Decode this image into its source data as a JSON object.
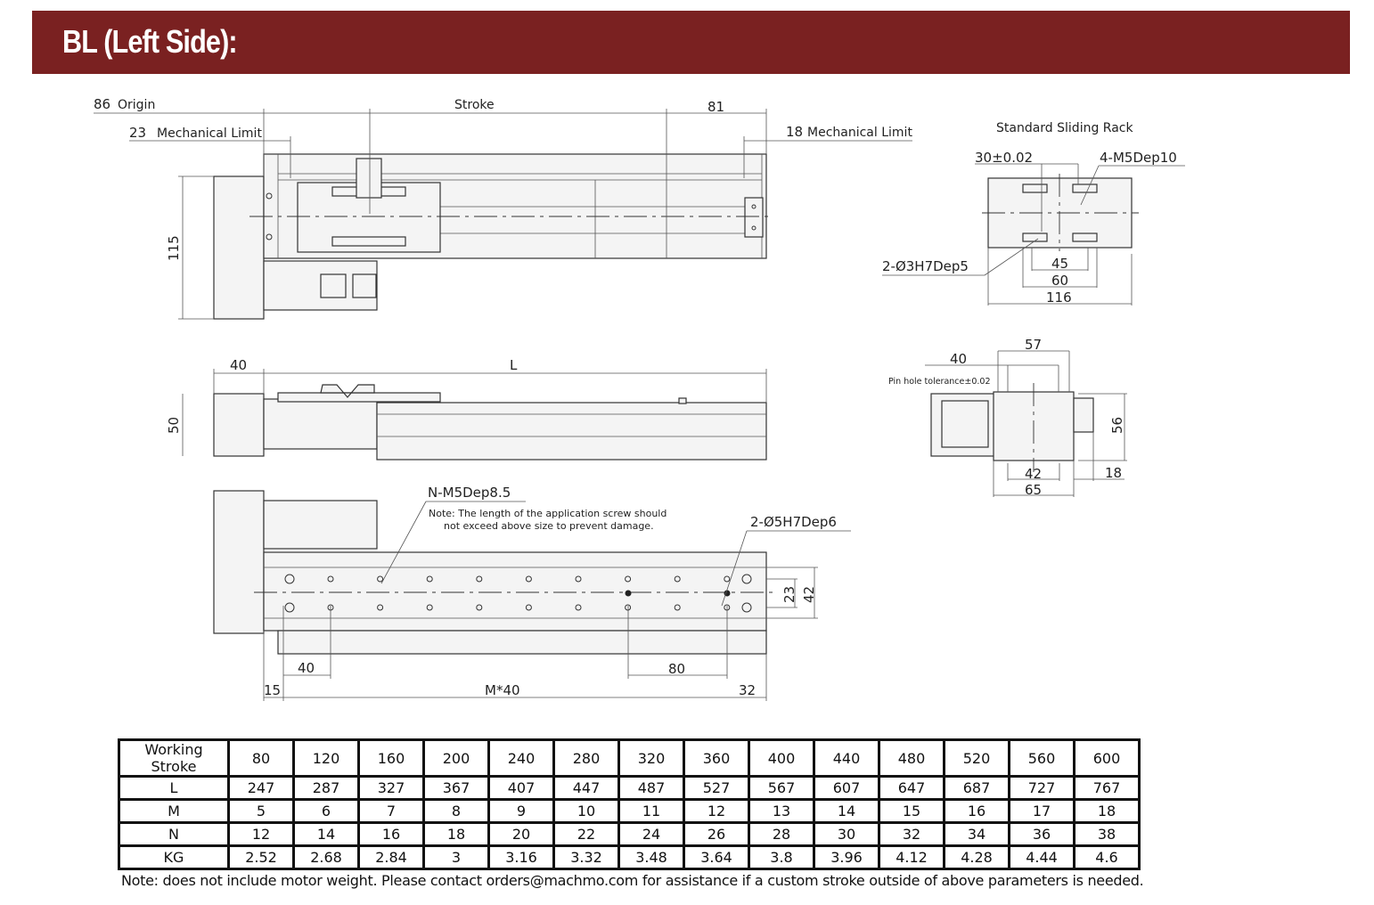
{
  "header": {
    "title": "BL (Left Side):",
    "color": "#7a2121"
  },
  "top_view": {
    "origin_value": "86",
    "origin_label": "Origin",
    "mech_limit_left_value": "23",
    "mech_limit_left_label": "Mechanical Limit",
    "stroke_label": "Stroke",
    "right_value": "81",
    "mech_limit_right_value": "18",
    "mech_limit_right_label": "Mechanical Limit",
    "height_value": "115"
  },
  "side_view": {
    "left_value": "40",
    "length_label": "L",
    "height_value": "50"
  },
  "bottom_view": {
    "screw_label": "N-M5Dep8.5",
    "note_line1": "Note: The length of the application screw should",
    "note_line2": "not exceed above size to prevent damage.",
    "pin_label": "2-Ø5H7Dep6",
    "dim_23": "23",
    "dim_42": "42",
    "dim_40": "40",
    "dim_80": "80",
    "dim_15": "15",
    "dim_m40": "M*40",
    "dim_32": "32"
  },
  "sliding_rack": {
    "title": "Standard Sliding Rack",
    "dim_30": "30±0.02",
    "thread_label": "4-M5Dep10",
    "pin_label": "2-Ø3H7Dep5",
    "dim_45": "45",
    "dim_60": "60",
    "dim_116": "116"
  },
  "end_view": {
    "dim_57": "57",
    "dim_40": "40",
    "pin_tolerance": "Pin hole tolerance±0.02",
    "dim_56": "56",
    "dim_42": "42",
    "dim_65": "65",
    "dim_18": "18"
  },
  "table": {
    "rows": [
      {
        "label": "Working Stroke",
        "values": [
          "80",
          "120",
          "160",
          "200",
          "240",
          "280",
          "320",
          "360",
          "400",
          "440",
          "480",
          "520",
          "560",
          "600"
        ]
      },
      {
        "label": "L",
        "values": [
          "247",
          "287",
          "327",
          "367",
          "407",
          "447",
          "487",
          "527",
          "567",
          "607",
          "647",
          "687",
          "727",
          "767"
        ]
      },
      {
        "label": "M",
        "values": [
          "5",
          "6",
          "7",
          "8",
          "9",
          "10",
          "11",
          "12",
          "13",
          "14",
          "15",
          "16",
          "17",
          "18"
        ]
      },
      {
        "label": "N",
        "values": [
          "12",
          "14",
          "16",
          "18",
          "20",
          "22",
          "24",
          "26",
          "28",
          "30",
          "32",
          "34",
          "36",
          "38"
        ]
      },
      {
        "label": "KG",
        "values": [
          "2.52",
          "2.68",
          "2.84",
          "3",
          "3.16",
          "3.32",
          "3.48",
          "3.64",
          "3.8",
          "3.96",
          "4.12",
          "4.28",
          "4.44",
          "4.6"
        ]
      }
    ]
  },
  "note": "Note: does not include motor weight. Please contact orders@machmo.com for assistance if a custom stroke outside of above parameters is needed."
}
